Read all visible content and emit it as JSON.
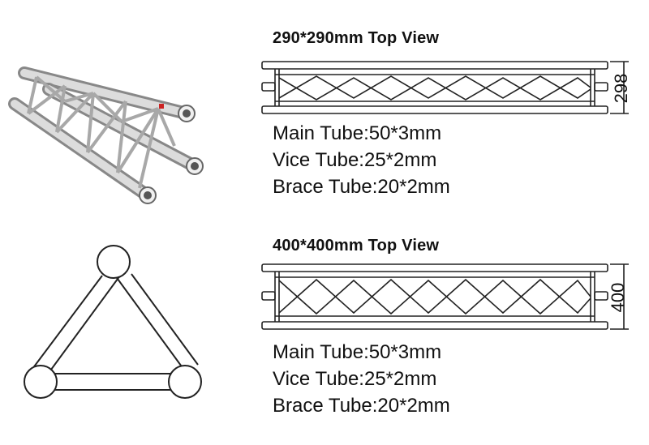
{
  "section1": {
    "title": "290*290mm Top View",
    "dimension": "298",
    "specs": [
      "Main Tube:50*3mm",
      "Vice Tube:25*2mm",
      "Brace Tube:20*2mm"
    ]
  },
  "section2": {
    "title": "400*400mm Top View",
    "dimension": "400",
    "specs": [
      "Main Tube:50*3mm",
      "Vice Tube:25*2mm",
      "Brace Tube:20*2mm"
    ]
  },
  "colors": {
    "line": "#333333",
    "metal_light": "#e8e8e8",
    "metal_dark": "#9a9a9a",
    "accent": "#cc2222"
  }
}
